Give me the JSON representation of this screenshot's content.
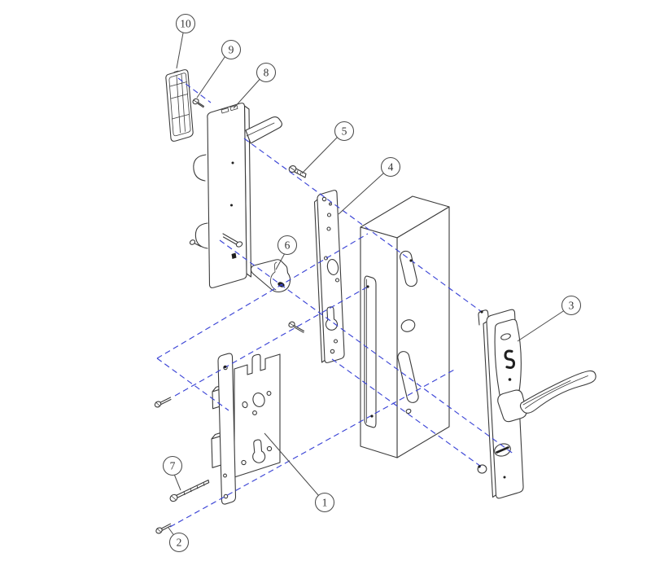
{
  "diagram": {
    "callouts": [
      {
        "label": "1"
      },
      {
        "label": "2"
      },
      {
        "label": "3"
      },
      {
        "label": "4"
      },
      {
        "label": "5"
      },
      {
        "label": "6"
      },
      {
        "label": "7"
      },
      {
        "label": "8"
      },
      {
        "label": "9"
      },
      {
        "label": "10"
      }
    ],
    "colors": {
      "outline": "#3b3b3b",
      "axis_blue": "#3c45d6",
      "leader_gray": "#4a4a4a",
      "detail_dark": "#1f1f1f",
      "background": "#ffffff"
    }
  }
}
